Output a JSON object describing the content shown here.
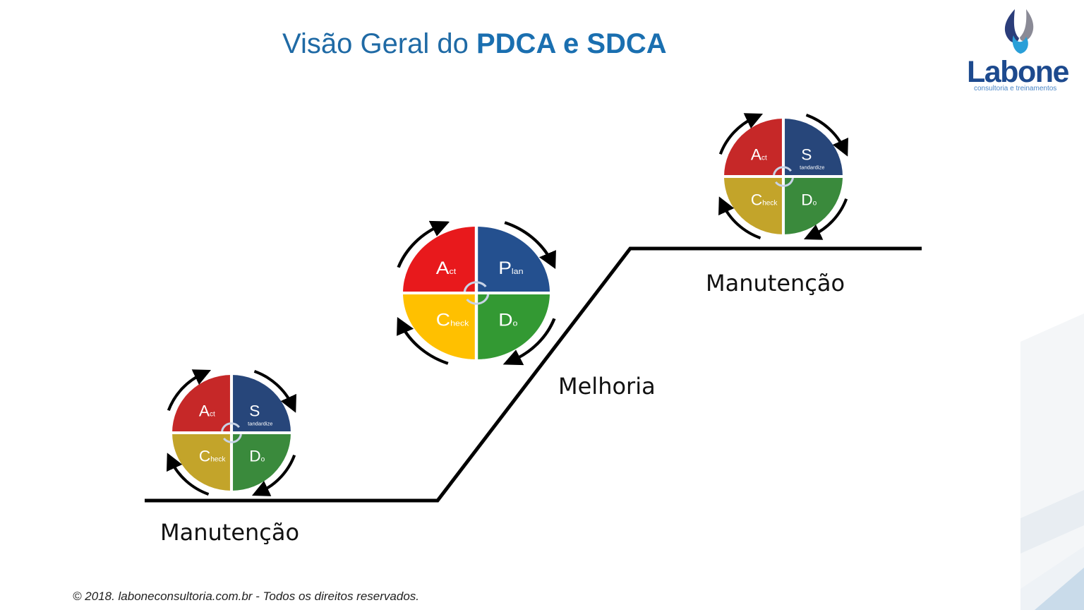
{
  "title": {
    "normal": "Visão Geral do ",
    "bold": "PDCA e SDCA"
  },
  "logo": {
    "name": "Labone",
    "tagline": "consultoria e treinamentos",
    "icon": "droplets-icon"
  },
  "stages": [
    {
      "label": "Manutenção",
      "cycle": "sdca"
    },
    {
      "label": "Melhoria",
      "cycle": "pdca"
    },
    {
      "label": "Manutenção",
      "cycle": "sdca"
    }
  ],
  "cycles": {
    "sdca": {
      "quadrants": [
        {
          "big": "A",
          "small": "ct",
          "color": "#c62828"
        },
        {
          "big": "S",
          "small": "tandardize",
          "color": "#27467a"
        },
        {
          "big": "C",
          "small": "heck",
          "color": "#c3a42a"
        },
        {
          "big": "D",
          "small": "o",
          "color": "#3a8a3c"
        }
      ]
    },
    "pdca": {
      "quadrants": [
        {
          "big": "A",
          "small": "ct",
          "color": "#e8191c"
        },
        {
          "big": "P",
          "small": "lan",
          "color": "#24508f"
        },
        {
          "big": "C",
          "small": "heck",
          "color": "#ffc000"
        },
        {
          "big": "D",
          "small": "o",
          "color": "#339933"
        }
      ]
    }
  },
  "footer": "© 2018. laboneconsultoria.com.br - Todos os direitos reservados."
}
